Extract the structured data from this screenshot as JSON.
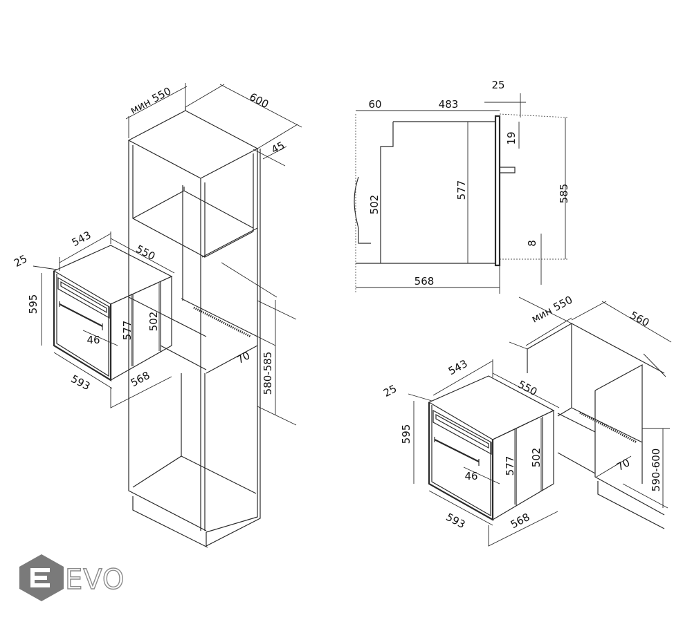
{
  "brand": {
    "name": "EVO",
    "hex_color": "#7a7a7a"
  },
  "labels": {
    "cab_min550": "мин 550",
    "cab_600": "600",
    "cab_45": "45",
    "oven1_25": "25",
    "oven1_543": "543",
    "oven1_550": "550",
    "oven1_595": "595",
    "oven1_577": "577",
    "oven1_502": "502",
    "oven1_46": "46",
    "oven1_593": "593",
    "oven1_568": "568",
    "cab_70": "70",
    "cab_580_585": "580-585",
    "side_25": "25",
    "side_60": "60",
    "side_483": "483",
    "side_19": "19",
    "side_502": "502",
    "side_577": "577",
    "side_585": "585",
    "side_8": "8",
    "side_568": "568",
    "under_min550": "мин 550",
    "under_560": "560",
    "oven2_25": "25",
    "oven2_543": "543",
    "oven2_550": "550",
    "oven2_595": "595",
    "oven2_577": "577",
    "oven2_502": "502",
    "oven2_46": "46",
    "oven2_593": "593",
    "oven2_568": "568",
    "under_70": "70",
    "under_590_600": "590-600"
  }
}
